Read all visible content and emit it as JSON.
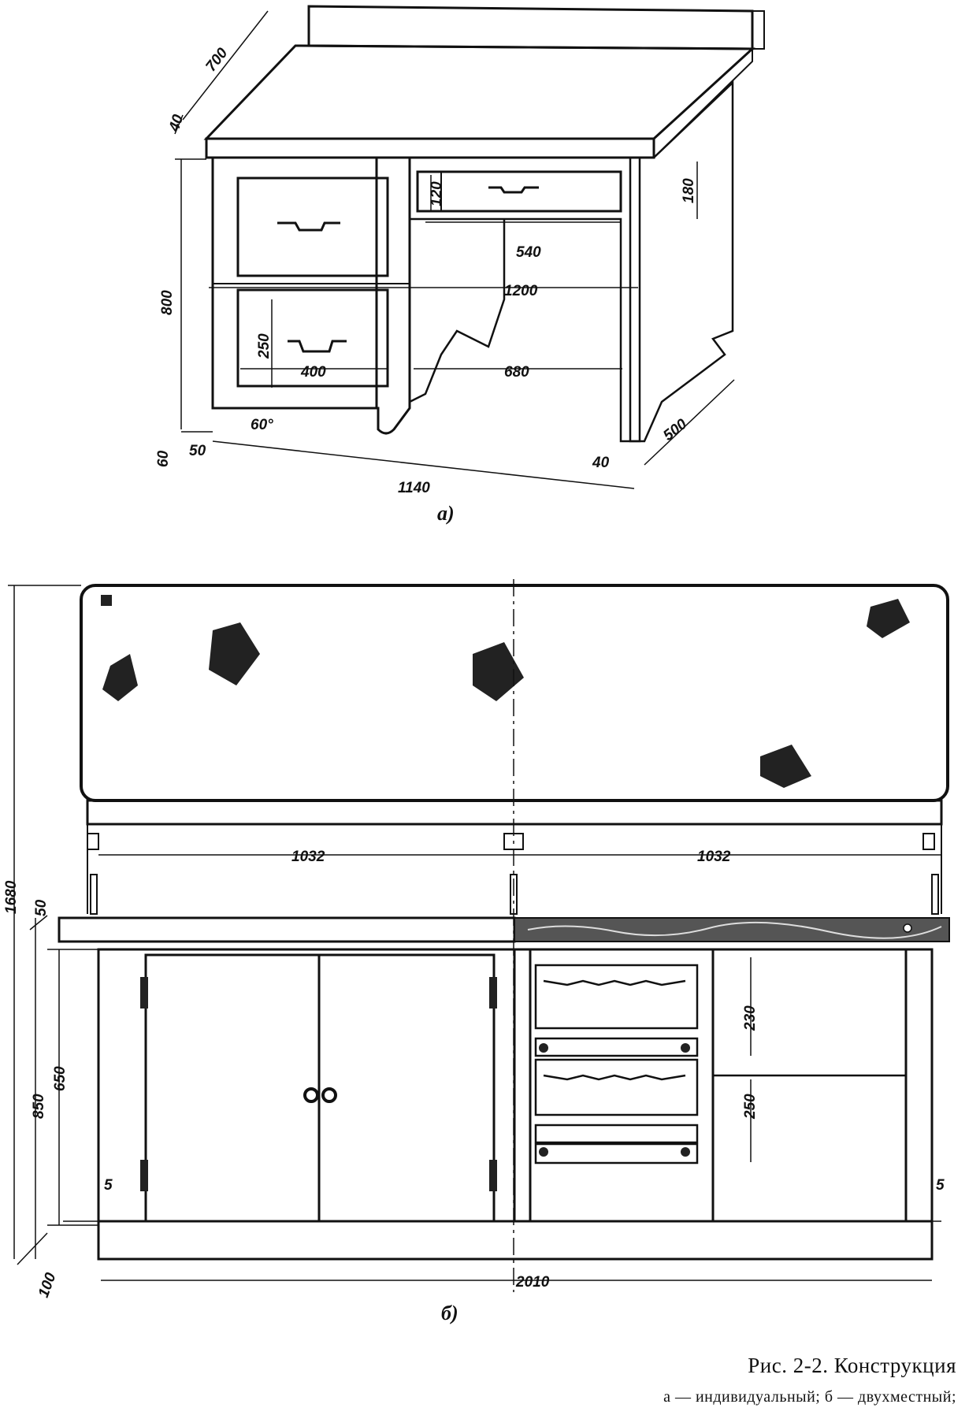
{
  "figure_a": {
    "label": "а)",
    "dims": {
      "depth_top": "700",
      "top_thickness": "40",
      "drawer_small_h": "120",
      "apron_h": "180",
      "knee_w": "540",
      "top_w": "1200",
      "height": "800",
      "drawer_h": "250",
      "drawer_w": "400",
      "legroom_w": "680",
      "angle": "60°",
      "plinth_h": "60",
      "plinth_offset": "50",
      "leg_w": "40",
      "side_depth": "500",
      "base_w": "1140"
    }
  },
  "figure_b": {
    "label": "б)",
    "dims": {
      "section_left": "1032",
      "section_right": "1032",
      "overall_h": "1680",
      "top_thickness": "50",
      "table_h": "850",
      "cabinet_h": "650",
      "gap_left": "5",
      "shelf_230": "230",
      "shelf_250": "250",
      "gap_right": "5",
      "plinth_h": "100",
      "overall_w": "2010"
    }
  },
  "caption": {
    "title": "Рис. 2-2. Конструкция",
    "subtitle": "а — индивидуальный; б — двухместный;"
  }
}
